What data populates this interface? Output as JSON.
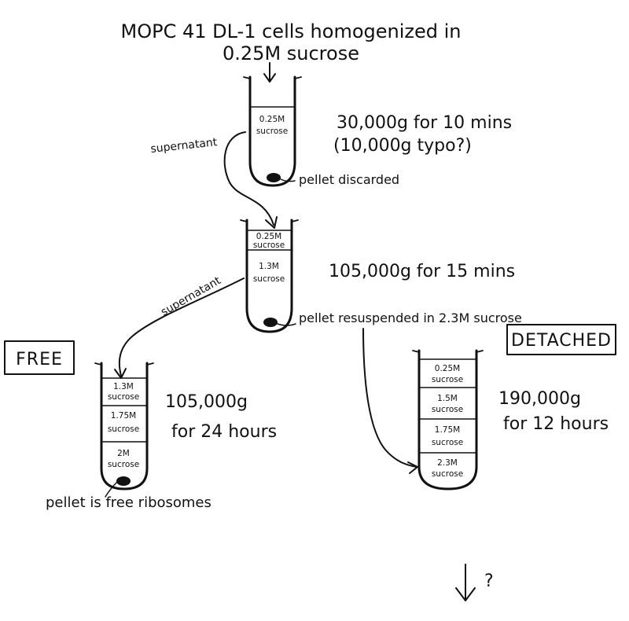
{
  "title": {
    "line1": "MOPC 41 DL-1 cells homogenized in",
    "line2": "0.25M sucrose"
  },
  "step1": {
    "layers": [
      {
        "line1": "0.25M",
        "line2": "sucrose"
      }
    ],
    "condition": {
      "line1": "30,000g for 10 mins",
      "line2": "(10,000g typo?)"
    },
    "pellet_note": "pellet discarded",
    "supernatant_label": "supernatant"
  },
  "step2": {
    "layers": [
      {
        "line1": "0.25M",
        "line2": "sucrose"
      },
      {
        "line1": "1.3M",
        "line2": "sucrose"
      }
    ],
    "condition": {
      "line1": "105,000g for 15 mins"
    },
    "pellet_note": "pellet resuspended in 2.3M sucrose",
    "supernatant_label": "supernatant"
  },
  "free": {
    "box_label": "FREE",
    "layers": [
      {
        "line1": "1.3M",
        "line2": "sucrose"
      },
      {
        "line1": "1.75M",
        "line2": "sucrose"
      },
      {
        "line1": "2M",
        "line2": "sucrose"
      }
    ],
    "condition": {
      "line1": "105,000g",
      "line2": "for 24 hours"
    },
    "pellet_note": "pellet is free ribosomes"
  },
  "detached": {
    "box_label": "DETACHED",
    "layers": [
      {
        "line1": "0.25M",
        "line2": "sucrose"
      },
      {
        "line1": "1.5M",
        "line2": "sucrose"
      },
      {
        "line1": "1.75M",
        "line2": "sucrose"
      },
      {
        "line1": "2.3M",
        "line2": "sucrose"
      }
    ],
    "condition": {
      "line1": "190,000g",
      "line2": "for 12 hours"
    }
  },
  "next_step_mark": "?"
}
